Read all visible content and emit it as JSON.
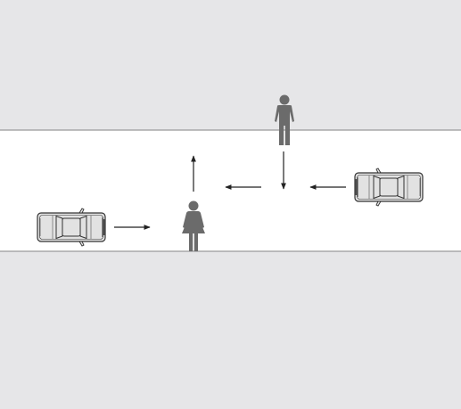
{
  "scene": {
    "colors": {
      "sidewalk": "#e6e6e8",
      "road": "#ffffff",
      "road_edge": "#9a9a9a",
      "car_body": "#e2e2e2",
      "car_outline": "#333333",
      "pedestrian": "#6b6b6b",
      "arrow": "#222222"
    },
    "actors": [
      {
        "id": "car-left",
        "kind": "car",
        "icon": "car-icon",
        "heading": "east"
      },
      {
        "id": "car-right",
        "kind": "car",
        "icon": "car-icon",
        "heading": "west"
      },
      {
        "id": "pedestrian-man",
        "kind": "pedestrian",
        "icon": "man-icon",
        "heading": "south"
      },
      {
        "id": "pedestrian-woman",
        "kind": "pedestrian",
        "icon": "woman-icon",
        "heading": "north"
      }
    ],
    "arrows": [
      {
        "id": "arrow-car-left",
        "direction": "east"
      },
      {
        "id": "arrow-woman",
        "direction": "north"
      },
      {
        "id": "arrow-man",
        "direction": "south"
      },
      {
        "id": "arrow-middle",
        "direction": "west"
      },
      {
        "id": "arrow-car-right",
        "direction": "west"
      }
    ]
  }
}
